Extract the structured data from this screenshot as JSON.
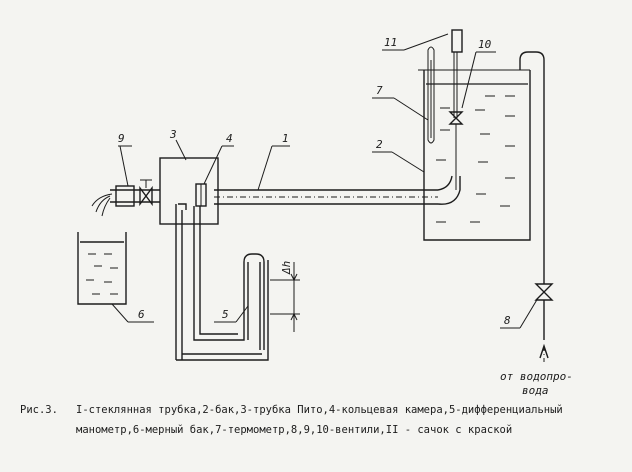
{
  "labels": {
    "n1": "1",
    "n2": "2",
    "n3": "3",
    "n4": "4",
    "n5": "5",
    "n6": "6",
    "n7": "7",
    "n8": "8",
    "n9": "9",
    "n10": "10",
    "n11": "11",
    "dh": "Δh"
  },
  "water_source": {
    "line1": "от водопро-",
    "line2": "вода"
  },
  "caption": {
    "prefix": "Рис.3.",
    "line1": "I-стеклянная трубка,2-бак,3-трубка Пито,4-кольцевая камера,5-дифференциальный",
    "line2": "манометр,6-мерный бак,7-термометр,8,9,10-вентили,II - сачок с краской"
  }
}
